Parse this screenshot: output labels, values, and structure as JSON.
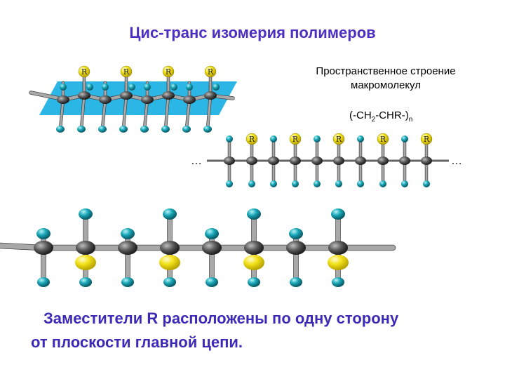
{
  "title": "Цис-транс изомерия полимеров",
  "subtitle": {
    "line1": "Пространственное строение",
    "line2": "макромолекул"
  },
  "formula": {
    "part1": "(-CH",
    "sub1": "2",
    "part2": "-CHR-)",
    "sub2": "n"
  },
  "substituent_label": "R",
  "ellipsis": "…",
  "caption": {
    "line1": "Заместители R расположены по одну сторону",
    "line2": "от плоскости главной цепи."
  },
  "colors": {
    "title": "#4a2fc1",
    "caption": "#3b2bb8",
    "plane": "#2bb6e6",
    "hydrogen": "#19a7b8",
    "carbon": "#555555",
    "substituent": "#f3e21a"
  }
}
